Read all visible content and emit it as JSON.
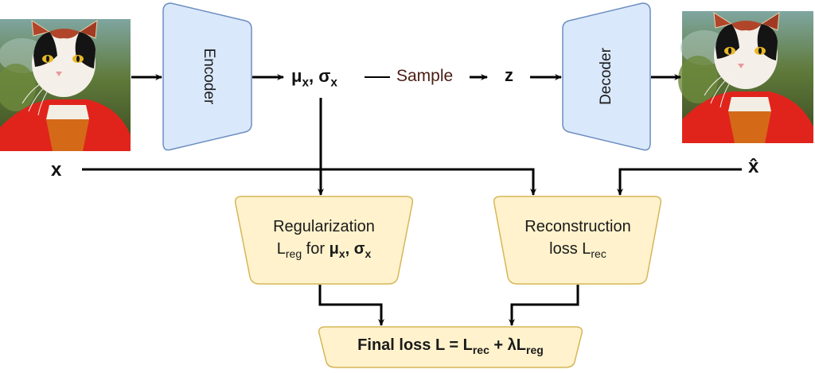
{
  "diagram": {
    "title": "Variational Autoencoder training pipeline",
    "colors": {
      "network_fill": "#dae8fc",
      "network_stroke": "#6c8ebf",
      "loss_fill": "#fff2cc",
      "loss_stroke": "#d6b656",
      "arrow": "#000000",
      "sample_text": "#4a1d14"
    },
    "input_image": {
      "label": "x",
      "description": "painted cat portrait in red dress (input)"
    },
    "output_image": {
      "label": "x̂",
      "description": "painted cat portrait in red dress (reconstruction)"
    },
    "encoder": {
      "label": "Encoder"
    },
    "decoder": {
      "label": "Decoder"
    },
    "latent_params": {
      "mu": "μ",
      "sigma": "σ",
      "subscript": "x",
      "separator": ", "
    },
    "sample": {
      "label": "Sample"
    },
    "latent": {
      "label": "z"
    },
    "regularization": {
      "line1": "Regularization",
      "line2_prefix": "L",
      "line2_sub": "reg",
      "line2_mid": " for ",
      "mu": "μ",
      "sigma": "σ",
      "subscript": "x",
      "separator": ", "
    },
    "reconstruction": {
      "line1": "Reconstruction",
      "line2_prefix": "loss L",
      "line2_sub": "rec"
    },
    "final_loss": {
      "prefix": "Final loss L = L",
      "sub1": "rec",
      "mid": " + λL",
      "sub2": "reg"
    }
  }
}
